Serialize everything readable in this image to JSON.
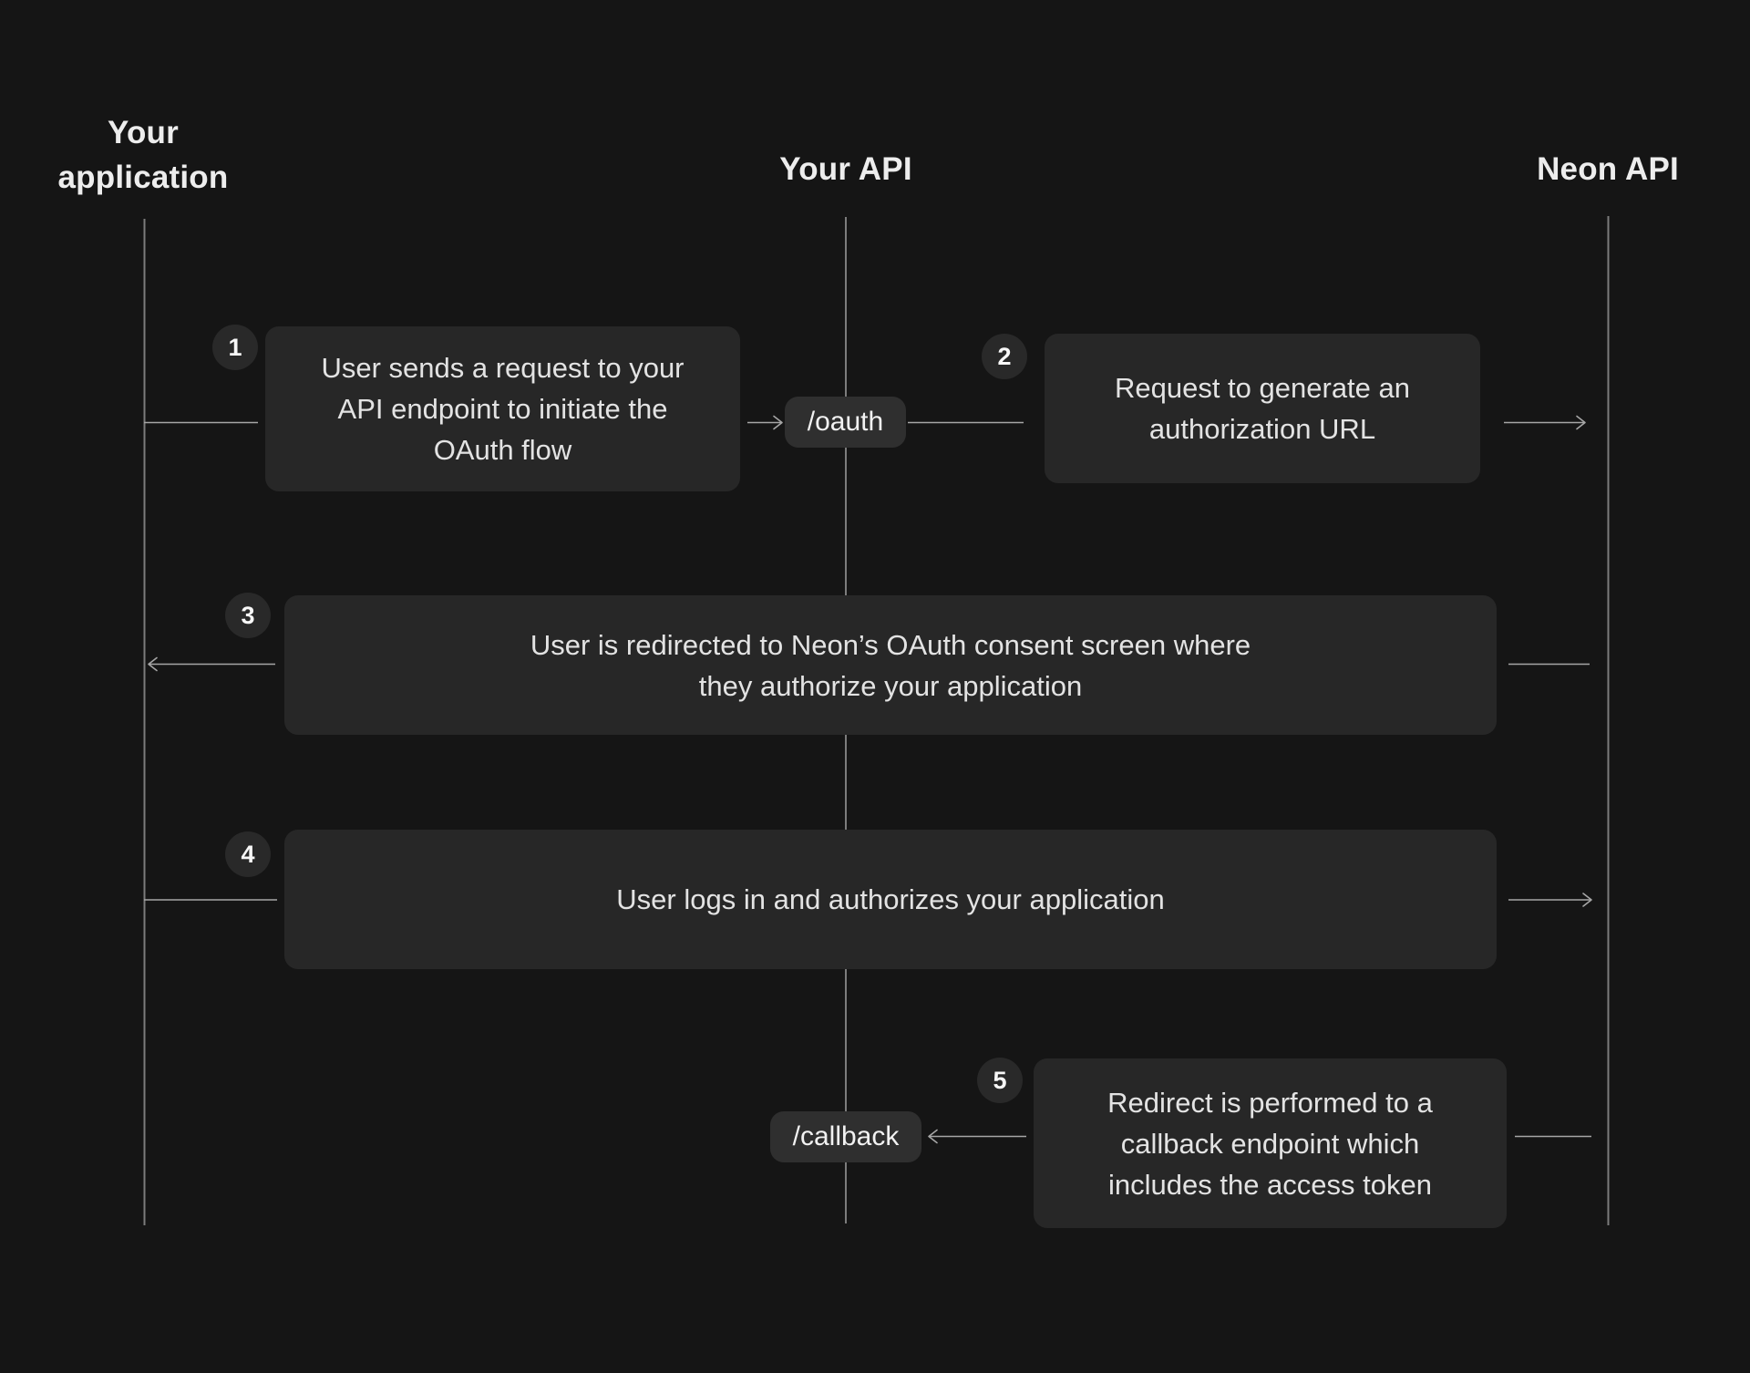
{
  "theme": {
    "bg": "#151515",
    "surface": "#272727",
    "pill": "#2f2f2f",
    "badge": "#292929",
    "lifeline": "#7c7c7c",
    "connector": "#a6a6a6",
    "heading-text": "#ededed",
    "body-text": "#e3e3e3",
    "pill-text": "#f2f2f2",
    "badge-text": "#f7f7f7"
  },
  "lanes": [
    {
      "id": "your-application",
      "label": "Your application"
    },
    {
      "id": "your-api",
      "label": "Your API"
    },
    {
      "id": "neon-api",
      "label": "Neon API"
    }
  ],
  "steps": [
    {
      "number": "1",
      "text": "User sends a request to your API endpoint to initiate the OAuth flow"
    },
    {
      "number": "2",
      "text": "Request to generate an authorization URL"
    },
    {
      "number": "3",
      "text": "User is redirected to Neon’s OAuth consent screen where they authorize your application"
    },
    {
      "number": "4",
      "text": "User logs in and authorizes your application"
    },
    {
      "number": "5",
      "text": "Redirect is performed to a callback endpoint which includes the access token"
    }
  ],
  "endpoints": [
    {
      "id": "oauth",
      "label": "/oauth"
    },
    {
      "id": "callback",
      "label": "/callback"
    }
  ]
}
